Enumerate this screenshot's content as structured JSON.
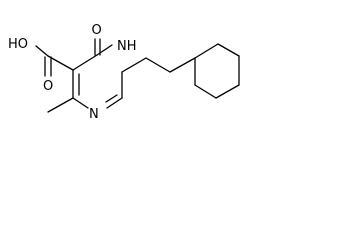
{
  "molecule": {
    "atoms": {
      "hydroxyl": "HO",
      "carbonyl_oxygen": "O",
      "ring_oxygen": "O",
      "ring_nh": "NH",
      "ring_n": "N"
    },
    "colors": {
      "bond": "#000000",
      "label": "#000000",
      "background": "#ffffff"
    }
  }
}
